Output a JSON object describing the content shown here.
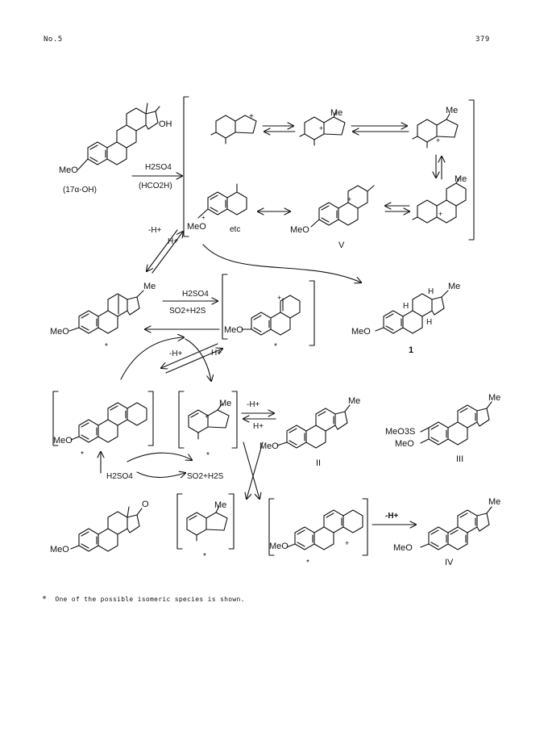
{
  "header": {
    "left": "No.5",
    "right": "379"
  },
  "scheme": {
    "labels": {
      "oh": "OH",
      "meo": "MeO",
      "me": "Me",
      "h": "H",
      "etc": "etc",
      "plus": "+",
      "star": "*",
      "compound_1": "1",
      "compound_II": "II",
      "compound_III": "III",
      "compound_IV": "IV",
      "compound_V": "V",
      "estrone_o": "O",
      "meo3s": "MeO3S"
    },
    "reagents": {
      "h2so4": "H2SO4",
      "hco2h": "(HCO2H)",
      "start_tag": "(17α-OH)",
      "minus_h": "-H+",
      "plus_h": "H+",
      "so2_h2s": "SO2+H2S",
      "minus_h_bold": "-H+"
    }
  },
  "footnote": {
    "mark": "*",
    "text": "One of the possible isomeric species is shown."
  }
}
